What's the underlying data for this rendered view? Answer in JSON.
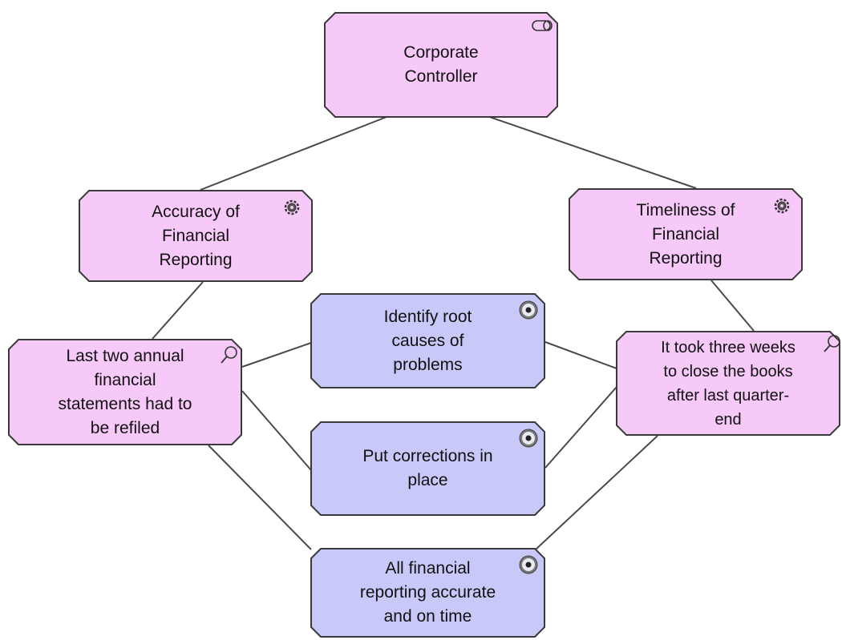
{
  "colors": {
    "stakeholder_fill": "#f7c9f9",
    "outcome_fill": "#c8c9f9",
    "border": "#3a3a3a",
    "connector": "#4a4a4a"
  },
  "nodes": {
    "controller": {
      "label": "Corporate\nController",
      "icon": "stakeholder-icon"
    },
    "accuracy": {
      "label": "Accuracy of\nFinancial\nReporting",
      "icon": "driver-gear-icon"
    },
    "timeliness": {
      "label": "Timeliness of\nFinancial\nReporting",
      "icon": "driver-gear-icon"
    },
    "refiled": {
      "label": "Last two annual\nfinancial\nstatements had to\nbe refiled",
      "icon": "assessment-magnifier-icon"
    },
    "books": {
      "label": "It took three weeks\nto close the books\nafter last quarter-\nend",
      "icon": "assessment-magnifier-icon"
    },
    "rootcause": {
      "label": "Identify root\ncauses of\nproblems",
      "icon": "goal-target-icon"
    },
    "corrections": {
      "label": "Put corrections in\nplace",
      "icon": "goal-target-icon"
    },
    "goal": {
      "label": "All financial\nreporting accurate\nand on time",
      "icon": "goal-target-icon"
    }
  }
}
